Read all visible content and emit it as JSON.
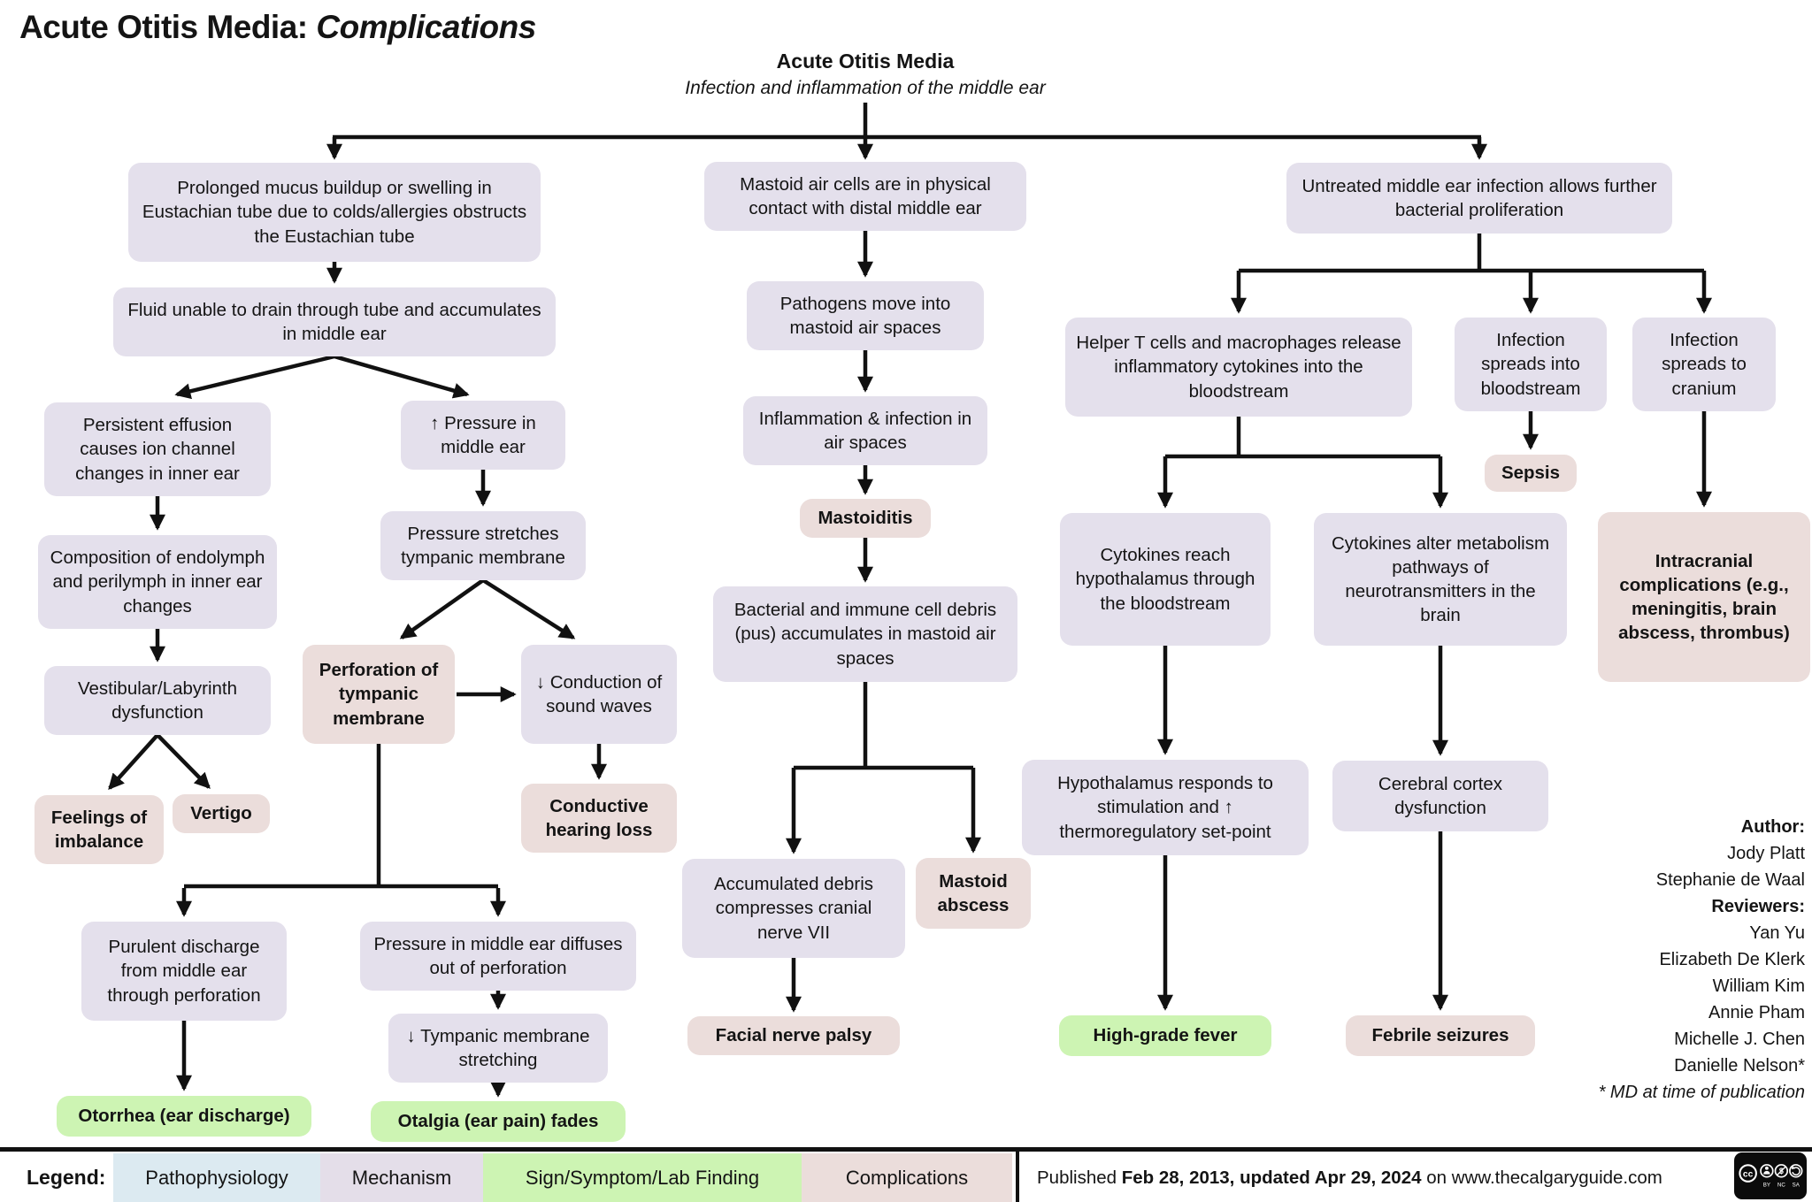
{
  "title": {
    "main": "Acute Otitis Media:",
    "emphasis": "Complications"
  },
  "root": {
    "title": "Acute Otitis Media",
    "subtitle": "Infection and inflammation of the middle ear"
  },
  "colors": {
    "pathophysiology": "#DCEAF1",
    "mechanism": "#E4E0EC",
    "sign_symptom_lab_finding": "#CDF4B3",
    "complications": "#EBDDDB",
    "arrow_ink": "#111111"
  },
  "nodes": {
    "a1": {
      "text": "Prolonged mucus buildup or swelling in Eustachian tube due to colds/allergies obstructs the Eustachian tube",
      "category": "mechanism"
    },
    "a2": {
      "text": "Fluid unable to drain through tube and accumulates in middle ear",
      "category": "mechanism"
    },
    "a3": {
      "text": "Persistent effusion causes ion channel changes in inner ear",
      "category": "mechanism"
    },
    "a4": {
      "text": "Composition of endolymph and perilymph in inner ear changes",
      "category": "mechanism"
    },
    "a5": {
      "text": "Vestibular/Labyrinth dysfunction",
      "category": "mechanism"
    },
    "a6": {
      "text": "Feelings of imbalance",
      "category": "complications"
    },
    "a7": {
      "text": "Vertigo",
      "category": "complications"
    },
    "a8": {
      "text": "↑ Pressure in middle ear",
      "category": "mechanism"
    },
    "a9": {
      "text": "Pressure stretches tympanic membrane",
      "category": "mechanism"
    },
    "a10": {
      "text": "Perforation of tympanic membrane",
      "category": "complications"
    },
    "a11": {
      "text": "↓ Conduction of sound waves",
      "category": "mechanism"
    },
    "a12": {
      "text": "Conductive hearing loss",
      "category": "complications"
    },
    "a13": {
      "text": "Purulent discharge from middle ear through perforation",
      "category": "mechanism"
    },
    "a14": {
      "text": "Pressure in middle ear diffuses out of perforation",
      "category": "mechanism"
    },
    "a15": {
      "text": "↓ Tympanic membrane stretching",
      "category": "mechanism"
    },
    "a16": {
      "text": "Otorrhea (ear discharge)",
      "category": "sign"
    },
    "a17": {
      "text": "Otalgia (ear pain) fades",
      "category": "sign"
    },
    "b1": {
      "text": "Mastoid air cells are in physical contact with distal middle ear",
      "category": "mechanism"
    },
    "b2": {
      "text": "Pathogens move into mastoid air spaces",
      "category": "mechanism"
    },
    "b3": {
      "text": "Inflammation & infection in air spaces",
      "category": "mechanism"
    },
    "b4": {
      "text": "Mastoiditis",
      "category": "complications"
    },
    "b5": {
      "text": "Bacterial and immune cell debris (pus) accumulates in mastoid air spaces",
      "category": "mechanism"
    },
    "b6": {
      "text": "Accumulated debris compresses cranial nerve VII",
      "category": "mechanism"
    },
    "b7": {
      "text": "Mastoid abscess",
      "category": "complications"
    },
    "b8": {
      "text": "Facial nerve palsy",
      "category": "complications"
    },
    "c1": {
      "text": "Untreated middle ear infection allows further bacterial proliferation",
      "category": "mechanism"
    },
    "c2": {
      "text": "Helper T cells and macrophages release inflammatory cytokines into the bloodstream",
      "category": "mechanism"
    },
    "c3": {
      "text": "Infection spreads into bloodstream",
      "category": "mechanism"
    },
    "c4": {
      "text": "Infection spreads to cranium",
      "category": "mechanism"
    },
    "c5": {
      "text": "Sepsis",
      "category": "complications"
    },
    "c6": {
      "text": "Intracranial complications (e.g., meningitis, brain abscess, thrombus)",
      "category": "complications"
    },
    "c7": {
      "text": "Cytokines reach hypothalamus through the bloodstream",
      "category": "mechanism"
    },
    "c8": {
      "text": "Cytokines alter metabolism pathways of neurotransmitters in the brain",
      "category": "mechanism"
    },
    "c9": {
      "text": "Hypothalamus responds to stimulation and ↑ thermoregulatory set-point",
      "category": "mechanism"
    },
    "c10": {
      "text": "Cerebral cortex dysfunction",
      "category": "mechanism"
    },
    "c11": {
      "text": "High-grade fever",
      "category": "sign"
    },
    "c12": {
      "text": "Febrile seizures",
      "category": "complications"
    }
  },
  "credits": {
    "lines": [
      {
        "text": "Author:"
      },
      {
        "text": "Jody Platt"
      },
      {
        "text": "Stephanie de Waal"
      },
      {
        "text": "Reviewers:"
      },
      {
        "text": "Yan Yu"
      },
      {
        "text": "Elizabeth De Klerk"
      },
      {
        "text": "William Kim"
      },
      {
        "text": "Annie Pham"
      },
      {
        "text": "Michelle J. Chen"
      },
      {
        "text": "Danielle Nelson*"
      },
      {
        "text": "* MD at time of publication"
      }
    ]
  },
  "legend": {
    "label": "Legend:",
    "items": [
      {
        "label": "Pathophysiology",
        "color": "#DCEAF1"
      },
      {
        "label": "Mechanism",
        "color": "#E4DEE9"
      },
      {
        "label": "Sign/Symptom/Lab Finding",
        "color": "#CDF4B3"
      },
      {
        "label": "Complications",
        "color": "#EBDDDB"
      }
    ]
  },
  "footer": {
    "published_prefix": "Published ",
    "published_dates": "Feb 28, 2013, updated Apr 29, 2024",
    "published_suffix": " on www.thecalgaryguide.com",
    "license": {
      "cc": "cc",
      "by": "BY",
      "nc": "NC",
      "sa": "SA"
    }
  }
}
